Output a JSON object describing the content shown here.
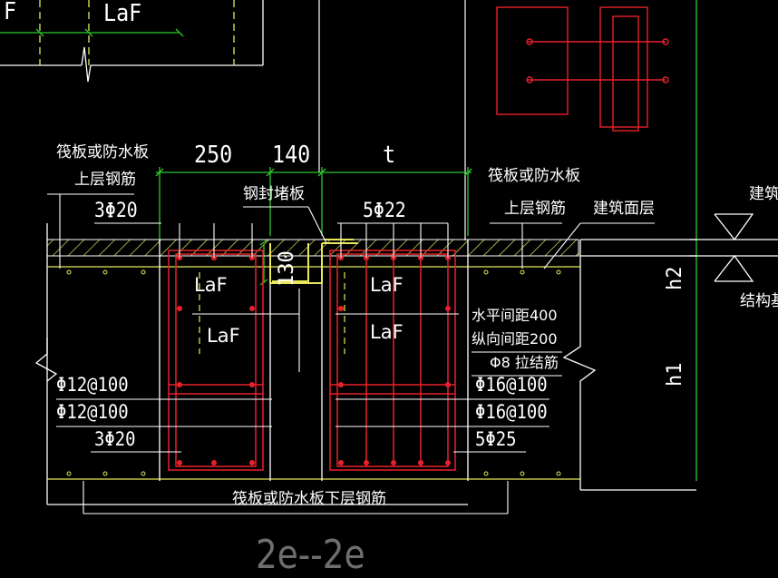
{
  "drawing": {
    "title": "2e--2e",
    "dims": {
      "d250": "250",
      "d140": "140",
      "dt": "t",
      "d130": "130",
      "h1": "h1",
      "h2": "h2"
    },
    "labels": {
      "top_f": "F",
      "top_laf": "LaF",
      "raft_top_left_1": "筏板或防水板",
      "raft_top_left_2": "上层钢筋",
      "steel_plug": "钢封堵板",
      "raft_top_right_1": "筏板或防水板",
      "raft_top_right_2": "上层钢筋",
      "building_surface": "建筑面层",
      "building_right": "建筑",
      "structure_base": "结构基",
      "rebar_3phi20_top": "3Φ20",
      "rebar_5phi22": "5Φ22",
      "laf_1": "LaF",
      "laf_2": "LaF",
      "laf_3": "LaF",
      "laf_4": "LaF",
      "h_spacing": "水平间距400",
      "v_spacing": "纵向间距200",
      "tie_bar": "Φ8 拉结筋",
      "phi12_1": "Φ12@100",
      "phi12_2": "Φ12@100",
      "phi16_1": "Φ16@100",
      "phi16_2": "Φ16@100",
      "rebar_3phi20_bot": "3Φ20",
      "rebar_5phi25": "5Φ25",
      "raft_bottom": "筏板或防水板下层钢筋"
    }
  },
  "colors": {
    "background": "#000000",
    "text": "#ffffff",
    "rebar": "#e8202a",
    "dimension": "#2ec82e",
    "slab": "#e8e85a",
    "outline": "#ffffff",
    "title": "#6e6e6e"
  }
}
